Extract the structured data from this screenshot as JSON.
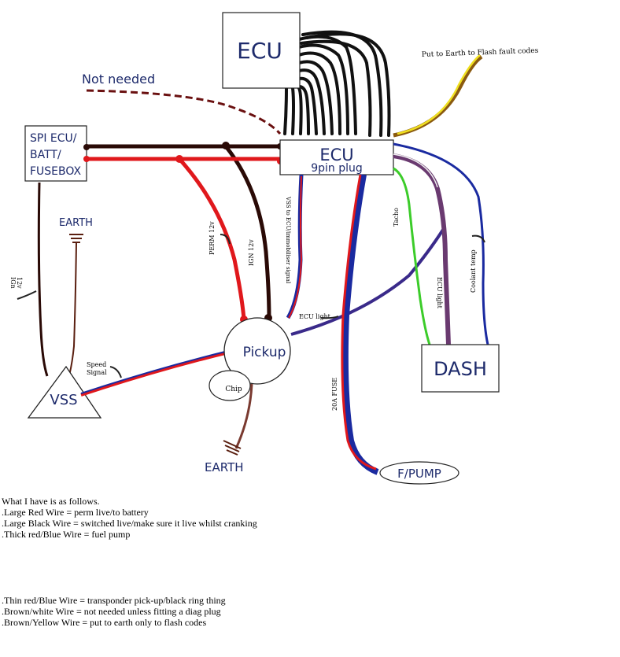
{
  "diagram": {
    "labels": {
      "ecu_top": "ECU",
      "ecu_plug_title": "ECU",
      "ecu_plug_sub": "9pin plug",
      "spi_line1": "SPI ECU/",
      "spi_line2": "BATT/",
      "spi_line3": "FUSEBOX",
      "not_needed": "Not needed",
      "flash_codes": "Put to Earth to Flash fault codes",
      "earth_top": "EARTH",
      "earth_bottom": "EARTH",
      "ign_left_1": "IGn",
      "ign_left_2": "12v",
      "perm": "PERM 12v",
      "ign": "IGN 12v",
      "vss_ecu": "VSS to ECU/immobiliser signal",
      "tacho": "Tacho",
      "ecu_light_vertical": "ECU light",
      "coolant": "Coolant temp",
      "ecu_light_horizontal": "ECU light",
      "speed_1": "Speed",
      "speed_2": "Signal",
      "pickup": "Pickup",
      "chip": "Chip",
      "vss": "VSS",
      "dash": "DASH",
      "fuse": "20A FUSE",
      "fpump": "F/PUMP"
    },
    "wire_colors": {
      "red": "#e0181c",
      "black": "#2a0a06",
      "brown": "#5a1f10",
      "blue": "#1a2aa0",
      "green": "#3ccc2a",
      "yellow": "#f0e020",
      "purple": "#6a3a70"
    }
  },
  "notes": {
    "intro": "What I have is as follows.",
    "lines_a": [
      ".Large Red Wire = perm live/to battery",
      ".Large Black Wire = switched live/make sure it live whilst cranking",
      ".Thick red/Blue Wire = fuel pump"
    ],
    "lines_b": [
      ".Thin red/Blue Wire = transponder pick-up/black ring thing",
      ".Brown/white Wire = not needed unless fitting a diag plug",
      ".Brown/Yellow Wire = put to earth only to flash codes"
    ]
  }
}
